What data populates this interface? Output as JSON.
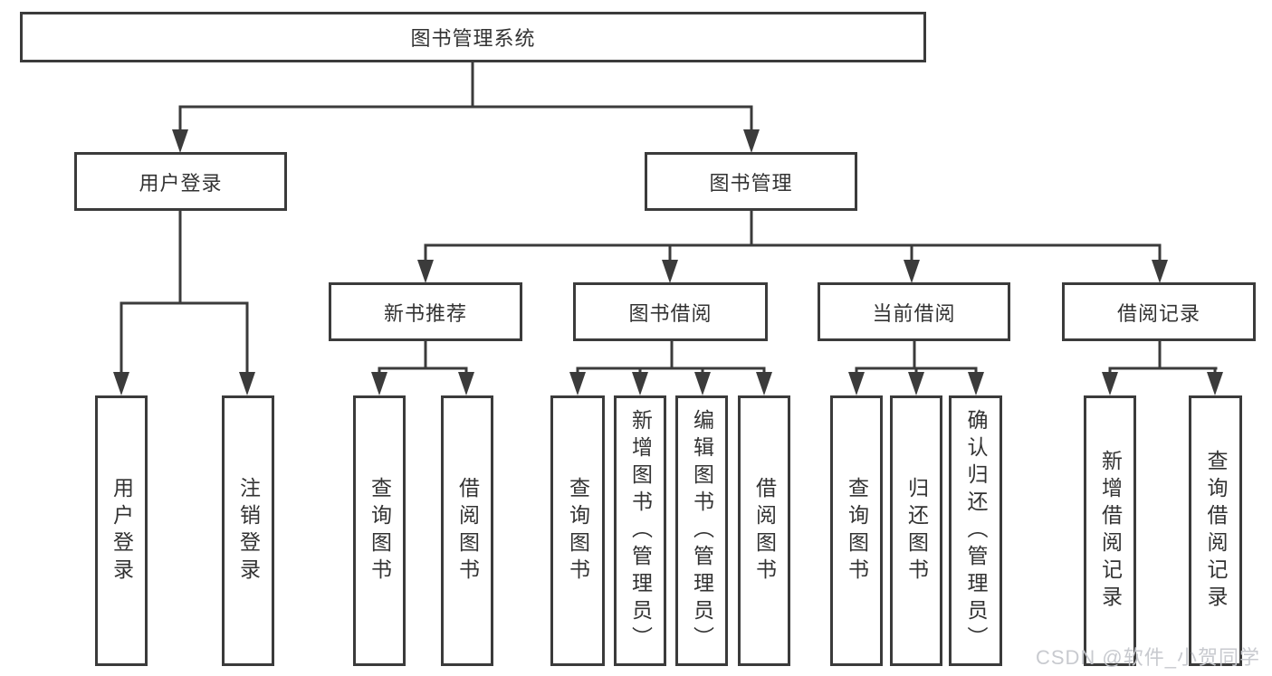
{
  "tree": {
    "label": "图书管理系统",
    "children": [
      {
        "label": "用户登录",
        "children": [
          {
            "label": "用户登录"
          },
          {
            "label": "注销登录"
          }
        ]
      },
      {
        "label": "图书管理",
        "children": [
          {
            "label": "新书推荐",
            "children": [
              {
                "label": "查询图书"
              },
              {
                "label": "借阅图书"
              }
            ]
          },
          {
            "label": "图书借阅",
            "children": [
              {
                "label": "查询图书"
              },
              {
                "label": "新增图书（管理员）"
              },
              {
                "label": "编辑图书（管理员）"
              },
              {
                "label": "借阅图书"
              }
            ]
          },
          {
            "label": "当前借阅",
            "children": [
              {
                "label": "查询图书"
              },
              {
                "label": "归还图书"
              },
              {
                "label": "确认归还（管理员）"
              }
            ]
          },
          {
            "label": "借阅记录",
            "children": [
              {
                "label": "新增借阅记录"
              },
              {
                "label": "查询借阅记录"
              }
            ]
          }
        ]
      }
    ]
  },
  "watermark": {
    "text": "CSDN @软件_小贺同学"
  },
  "colors": {
    "line": "#3b3b3b",
    "text": "#333333",
    "box_bg": "#ffffff",
    "watermark": "#c5c7cc"
  }
}
